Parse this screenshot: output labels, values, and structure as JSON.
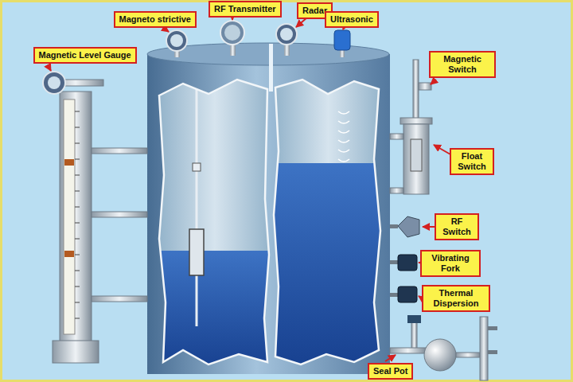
{
  "diagram": {
    "nodes": [
      {
        "text": [
          "Magneto strictive"
        ]
      },
      {
        "text": [
          "RF Transmitter"
        ]
      },
      {
        "text": [
          "Radar"
        ]
      },
      {
        "text": [
          "Ultrasonic"
        ]
      },
      {
        "text": [
          "Magnetic Level Gauge"
        ]
      },
      {
        "text": [
          "Magnetic Switch"
        ]
      },
      {
        "text": [
          "Float Switch"
        ]
      },
      {
        "text": [
          "RF Switch"
        ]
      },
      {
        "text": [
          "Vibrating Fork"
        ]
      },
      {
        "text": [
          "Thermal Dispersion"
        ]
      },
      {
        "text": [
          "Seal Pot"
        ]
      }
    ]
  }
}
